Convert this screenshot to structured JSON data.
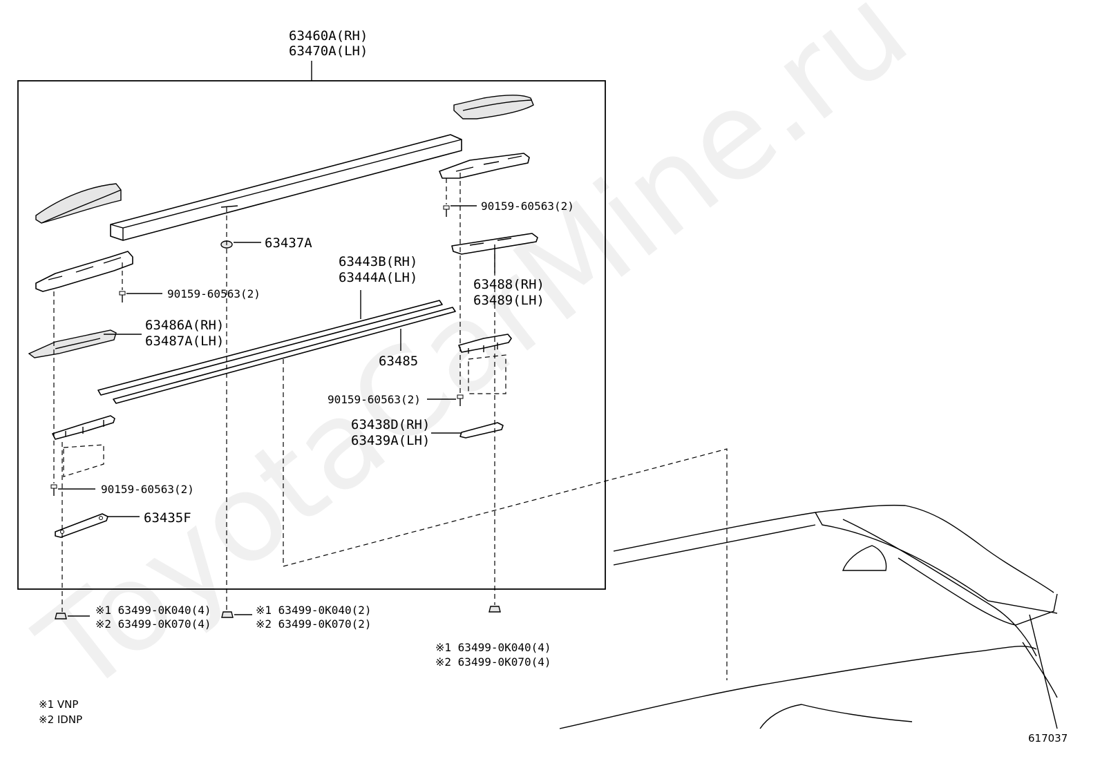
{
  "watermark": "ToyotaCarMine.ru",
  "diagram_id": "617037",
  "labels": {
    "main_rh": "63460A(RH)",
    "main_lh": "63470A(LH)",
    "bolt_top_right": "90159-60563(2)",
    "spacer_center": "63437A",
    "strip_rh": "63443B(RH)",
    "strip_lh": "63444A(LH)",
    "bolt_left_upper": "90159-60563(2)",
    "plate_rh": "63488(RH)",
    "plate_lh": "63489(LH)",
    "cover_left_rh": "63486A(RH)",
    "cover_left_lh": "63487A(LH)",
    "strip_lower": "63485",
    "bolt_right_mid": "90159-60563(2)",
    "pad_right_rh": "63438D(RH)",
    "pad_right_lh": "63439A(LH)",
    "bolt_left_lower": "90159-60563(2)",
    "pad_left": "63435F"
  },
  "nuts": {
    "left": [
      "※1 63499-0K040(4)",
      "※2 63499-0K070(4)"
    ],
    "center": [
      "※1 63499-0K040(2)",
      "※2 63499-0K070(2)"
    ],
    "right": [
      "※1 63499-0K040(4)",
      "※2 63499-0K070(4)"
    ]
  },
  "legend": [
    "※1 VNP",
    "※2 IDNP"
  ]
}
